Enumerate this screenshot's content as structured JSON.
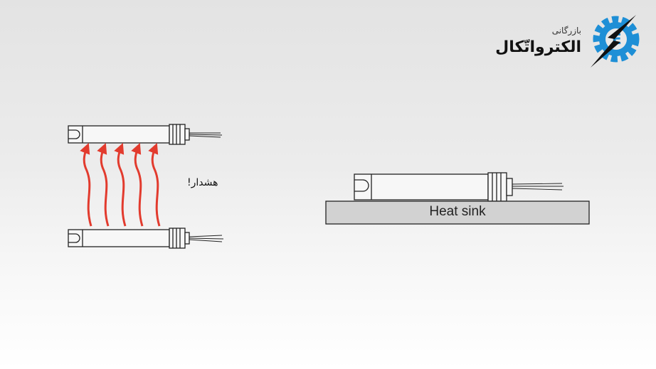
{
  "brand": {
    "subtitle": "بازرگانی",
    "name": "الکترواتّکال",
    "logo_icon": "gear-lightning-icon",
    "colors": {
      "gear": "#1e8fd6",
      "bolt": "#111111"
    }
  },
  "diagram": {
    "warning_text": "هشدار!",
    "heatsink_label": "Heat sink",
    "colors": {
      "arrow": "#e23b2e",
      "outline": "#222222",
      "heatsink_fill": "#d2d2d2"
    }
  }
}
